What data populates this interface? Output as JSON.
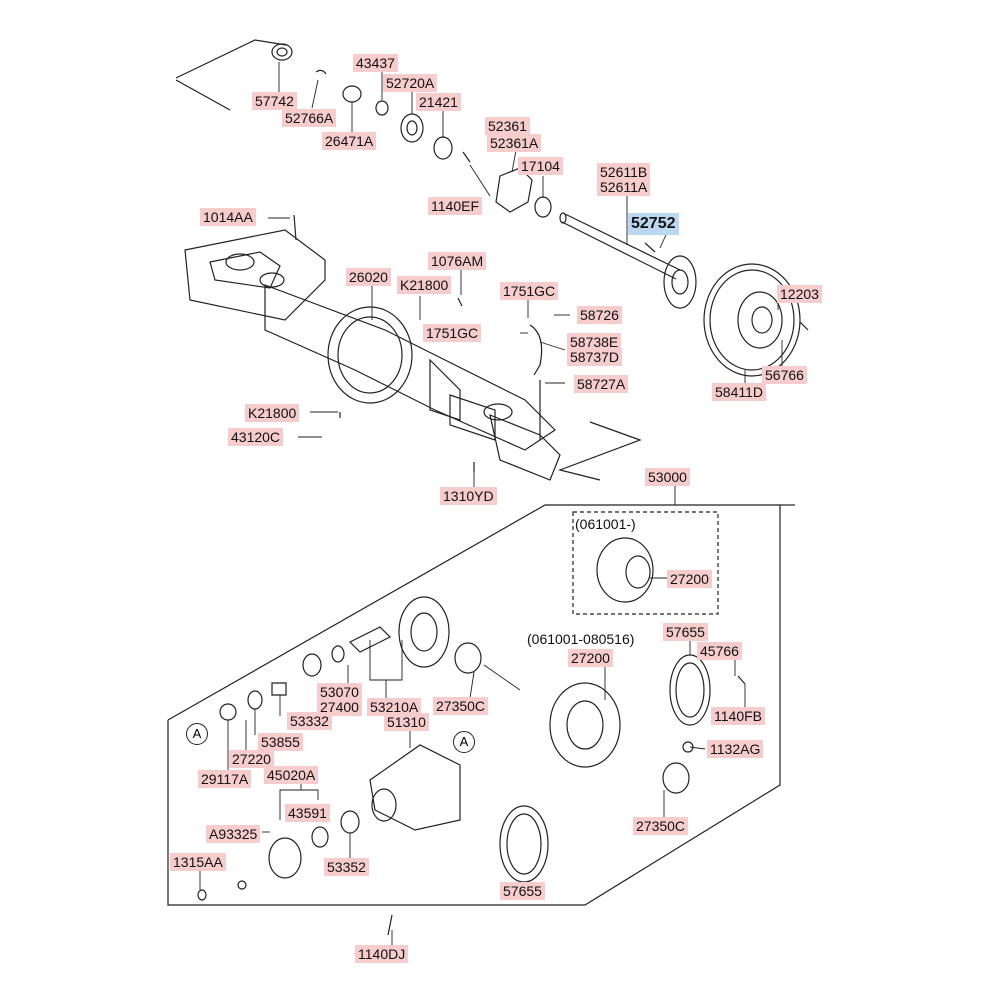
{
  "labels": [
    {
      "id": "57742",
      "text": "57742"
    },
    {
      "id": "52766A",
      "text": "52766A"
    },
    {
      "id": "26471A",
      "text": "26471A"
    },
    {
      "id": "43437",
      "text": "43437"
    },
    {
      "id": "52720A",
      "text": "52720A"
    },
    {
      "id": "21421",
      "text": "21421"
    },
    {
      "id": "52361",
      "text": "52361"
    },
    {
      "id": "52361A",
      "text": "52361A"
    },
    {
      "id": "17104",
      "text": "17104"
    },
    {
      "id": "1140EF",
      "text": "1140EF"
    },
    {
      "id": "52611B",
      "text": "52611B"
    },
    {
      "id": "52611A",
      "text": "52611A"
    },
    {
      "id": "52752",
      "text": "52752"
    },
    {
      "id": "1014AA",
      "text": "1014AA"
    },
    {
      "id": "26020",
      "text": "26020"
    },
    {
      "id": "K21800a",
      "text": "K21800"
    },
    {
      "id": "1076AM",
      "text": "1076AM"
    },
    {
      "id": "1751GCa",
      "text": "1751GC"
    },
    {
      "id": "58726",
      "text": "58726"
    },
    {
      "id": "1751GCb",
      "text": "1751GC"
    },
    {
      "id": "58738E",
      "text": "58738E"
    },
    {
      "id": "58737D",
      "text": "58737D"
    },
    {
      "id": "58727A",
      "text": "58727A"
    },
    {
      "id": "12203",
      "text": "12203"
    },
    {
      "id": "56766",
      "text": "56766"
    },
    {
      "id": "58411D",
      "text": "58411D"
    },
    {
      "id": "K21800b",
      "text": "K21800"
    },
    {
      "id": "43120C",
      "text": "43120C"
    },
    {
      "id": "1310YD",
      "text": "1310YD"
    },
    {
      "id": "53000",
      "text": "53000"
    },
    {
      "id": "27200a",
      "text": "27200"
    },
    {
      "id": "27200b",
      "text": "27200"
    },
    {
      "id": "57655a",
      "text": "57655"
    },
    {
      "id": "45766",
      "text": "45766"
    },
    {
      "id": "1140FB",
      "text": "1140FB"
    },
    {
      "id": "1132AG",
      "text": "1132AG"
    },
    {
      "id": "27350Ca",
      "text": "27350C"
    },
    {
      "id": "27350Cb",
      "text": "27350C"
    },
    {
      "id": "53070",
      "text": "53070"
    },
    {
      "id": "27400",
      "text": "27400"
    },
    {
      "id": "53210A",
      "text": "53210A"
    },
    {
      "id": "51310",
      "text": "51310"
    },
    {
      "id": "53332",
      "text": "53332"
    },
    {
      "id": "53855",
      "text": "53855"
    },
    {
      "id": "27220",
      "text": "27220"
    },
    {
      "id": "29117A",
      "text": "29117A"
    },
    {
      "id": "45020A",
      "text": "45020A"
    },
    {
      "id": "43591",
      "text": "43591"
    },
    {
      "id": "A93325",
      "text": "A93325"
    },
    {
      "id": "1315AA",
      "text": "1315AA"
    },
    {
      "id": "53352",
      "text": "53352"
    },
    {
      "id": "57655b",
      "text": "57655"
    },
    {
      "id": "1140DJ",
      "text": "1140DJ"
    }
  ],
  "notes": {
    "range1": "(061001-)",
    "range2": "(061001-080516)"
  },
  "refs": {
    "a1": "A",
    "a2": "A"
  },
  "colors": {
    "label_bg": "#f7cccc",
    "highlight_bg": "#bcd8f0",
    "line": "#222222"
  }
}
